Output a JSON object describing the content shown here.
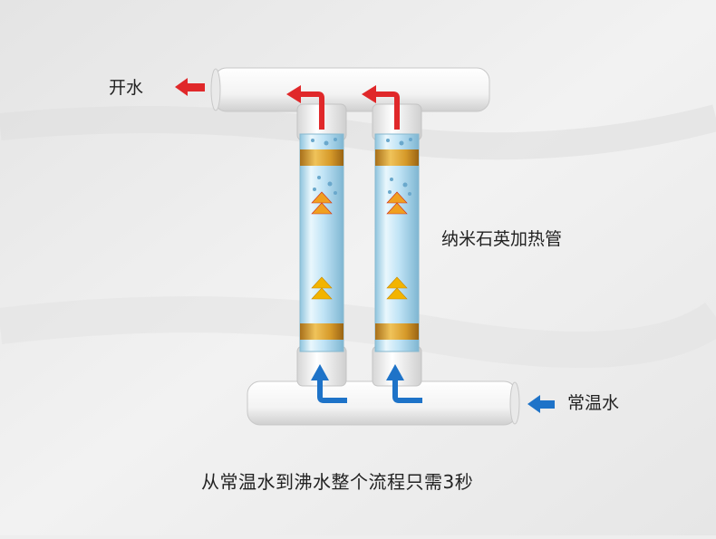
{
  "labels": {
    "hot_water": "开水",
    "heater_tube": "纳米石英加热管",
    "room_temp_water": "常温水",
    "caption": "从常温水到沸水整个流程只需3秒"
  },
  "colors": {
    "background": "#eeeeee",
    "pipe": "#f7f7f7",
    "pipe_shadow": "#c9c9c9",
    "hot_arrow": "#e0282a",
    "cold_arrow": "#1e73c8",
    "tube_glass": "#bfe3f5",
    "tube_band": "#d69a2a",
    "flow_arrow": "#f0a020"
  }
}
